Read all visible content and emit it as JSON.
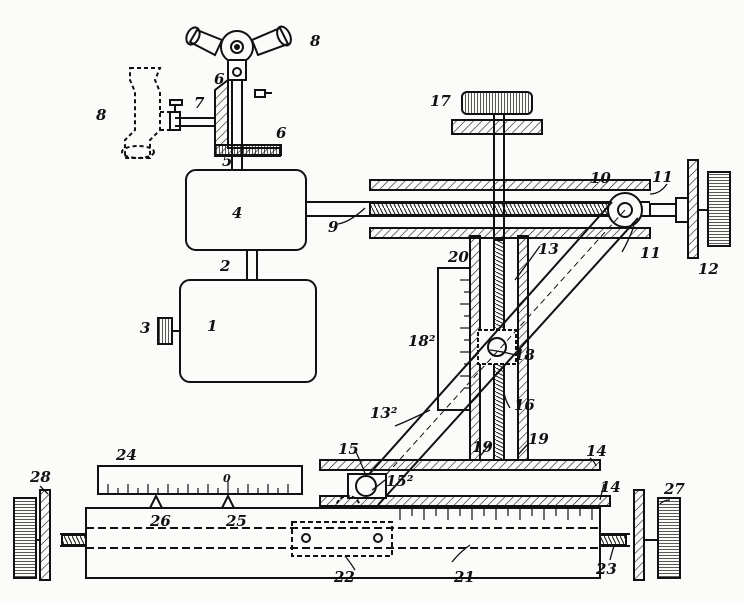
{
  "diagram": {
    "style": "patent line drawing",
    "ink_color": "#111111",
    "paper_color": "#fbfbf9",
    "labels": {
      "l1": "1",
      "l2": "2",
      "l3": "3",
      "l4": "4",
      "l5": "5",
      "l6a": "6",
      "l6b": "6",
      "l7": "7",
      "l8a": "8",
      "l8b": "8",
      "l9": "9",
      "l10": "10",
      "l11a": "11",
      "l11b": "11",
      "l12": "12",
      "l13a": "13",
      "l13b": "13²",
      "l14a": "14",
      "l14b": "14",
      "l15a": "15",
      "l15b": "15²",
      "l16": "16",
      "l17": "17",
      "l18a": "18",
      "l18b": "18²",
      "l19a": "19",
      "l19b": "19",
      "l20": "20",
      "l21": "21",
      "l22": "22",
      "l23": "23",
      "l24": "24",
      "l25": "25",
      "l26": "26",
      "l27": "27",
      "l28": "28",
      "center_mark": "0"
    }
  }
}
